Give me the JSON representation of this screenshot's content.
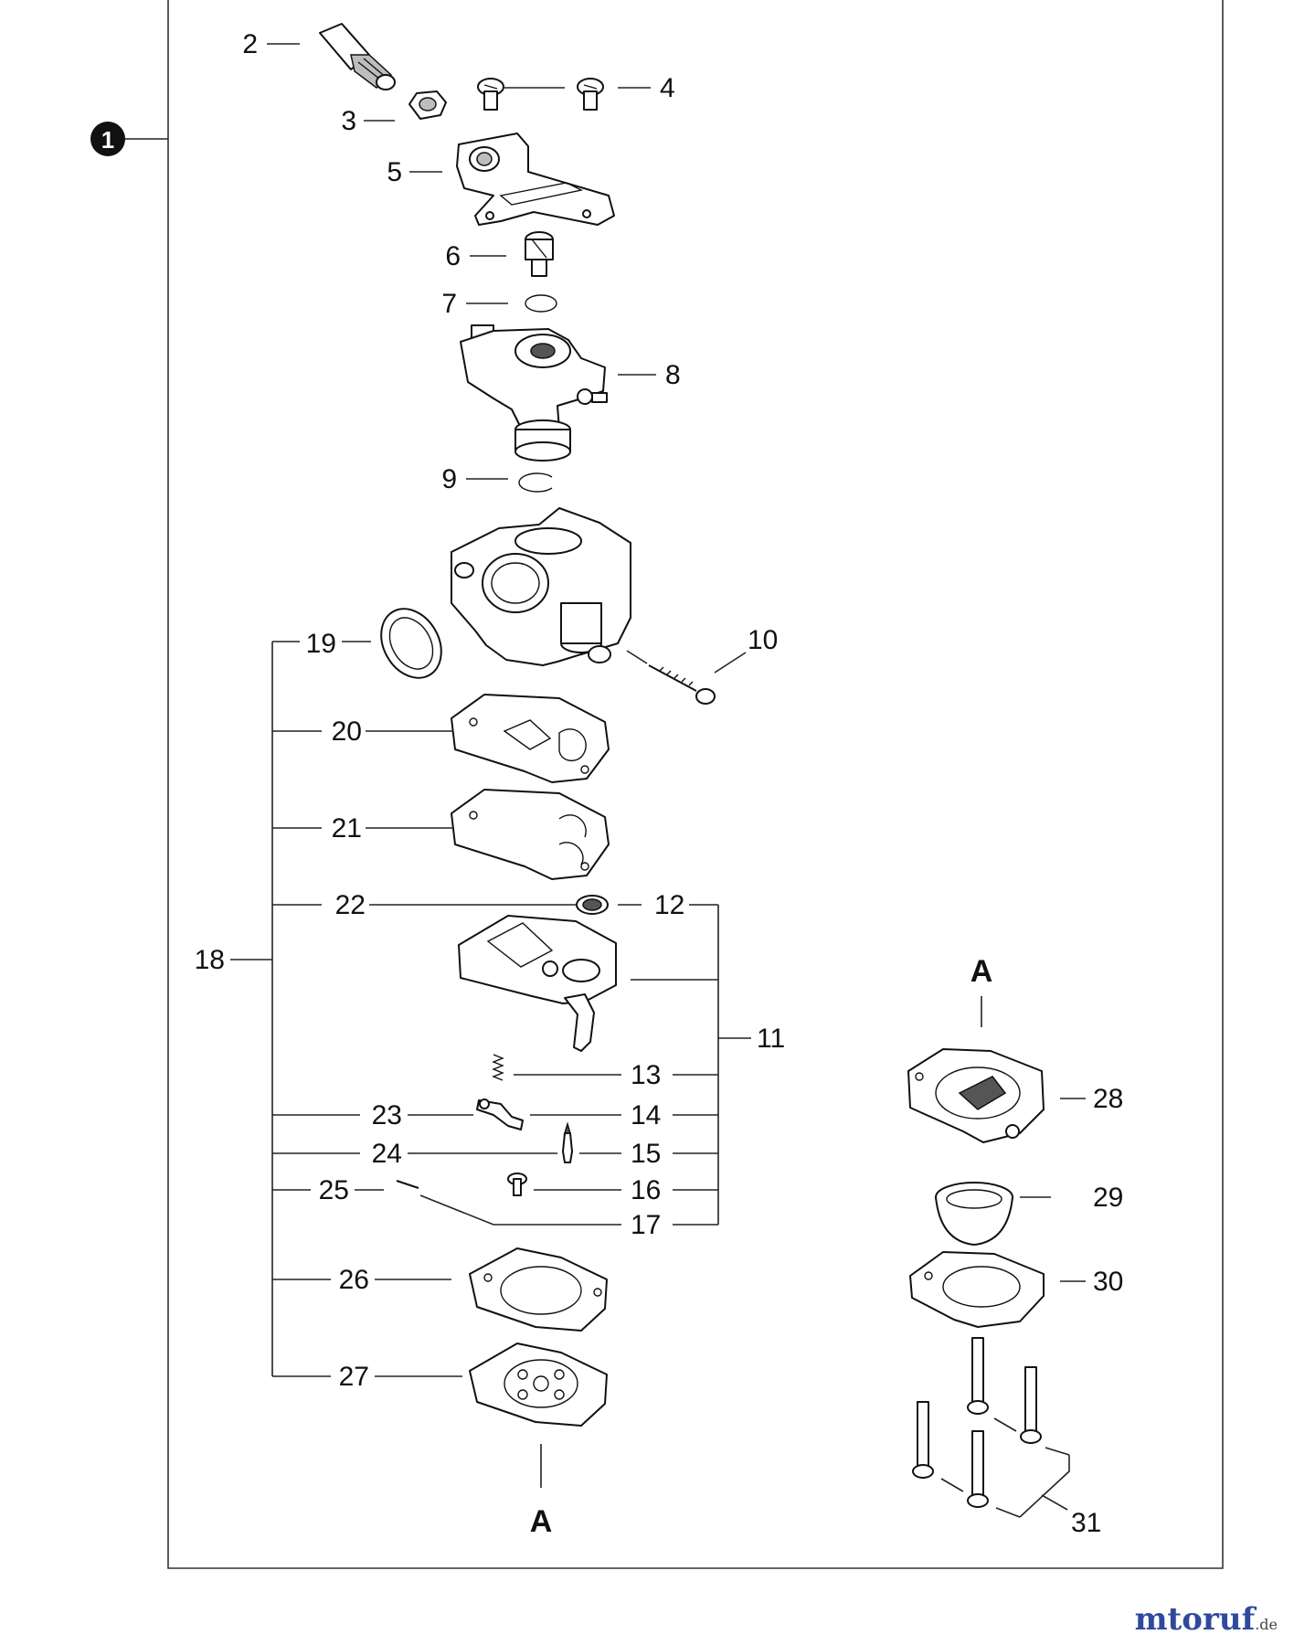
{
  "assembly": {
    "number": "1"
  },
  "callouts": {
    "p2": "2",
    "p3": "3",
    "p4": "4",
    "p5": "5",
    "p6": "6",
    "p7": "7",
    "p8": "8",
    "p9": "9",
    "p10": "10",
    "p11": "11",
    "p12": "12",
    "p13": "13",
    "p14": "14",
    "p15": "15",
    "p16": "16",
    "p17": "17",
    "p18": "18",
    "p19": "19",
    "p20": "20",
    "p21": "21",
    "p22": "22",
    "p23": "23",
    "p24": "24",
    "p25": "25",
    "p26": "26",
    "p27": "27",
    "p28": "28",
    "p29": "29",
    "p30": "30",
    "p31": "31"
  },
  "section_markers": {
    "top": "A",
    "bottom": "A"
  },
  "watermark": {
    "brand_prefix": "m",
    "brand_rest": "toruf",
    "tld": ".de"
  }
}
